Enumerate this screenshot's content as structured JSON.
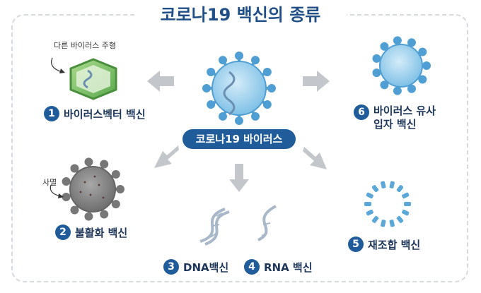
{
  "title": "코로나19 백신의 종류",
  "center_label": "코로나19 바이러스",
  "other_virus_note": "다른 바이러스 주형",
  "inactivate_note": "사멸",
  "vaccines": [
    {
      "num": "1",
      "label": "바이러스벡터 백신"
    },
    {
      "num": "2",
      "label": "불활화 백신"
    },
    {
      "num": "3",
      "label": "DNA백신"
    },
    {
      "num": "4",
      "label": "RNA 백신"
    },
    {
      "num": "5",
      "label": "재조합 백신"
    },
    {
      "num": "6",
      "label_line1": "바이러스 유사",
      "label_line2": "입자 백신"
    }
  ],
  "colors": {
    "navy": "#1f5c99",
    "virus_blue": "#7fc0e6",
    "spike_blue": "#4f9fd4",
    "arrow_gray": "#c3c6cb",
    "vector_green": "#7cc66a",
    "inactive_gray": "#8a8a8a"
  }
}
